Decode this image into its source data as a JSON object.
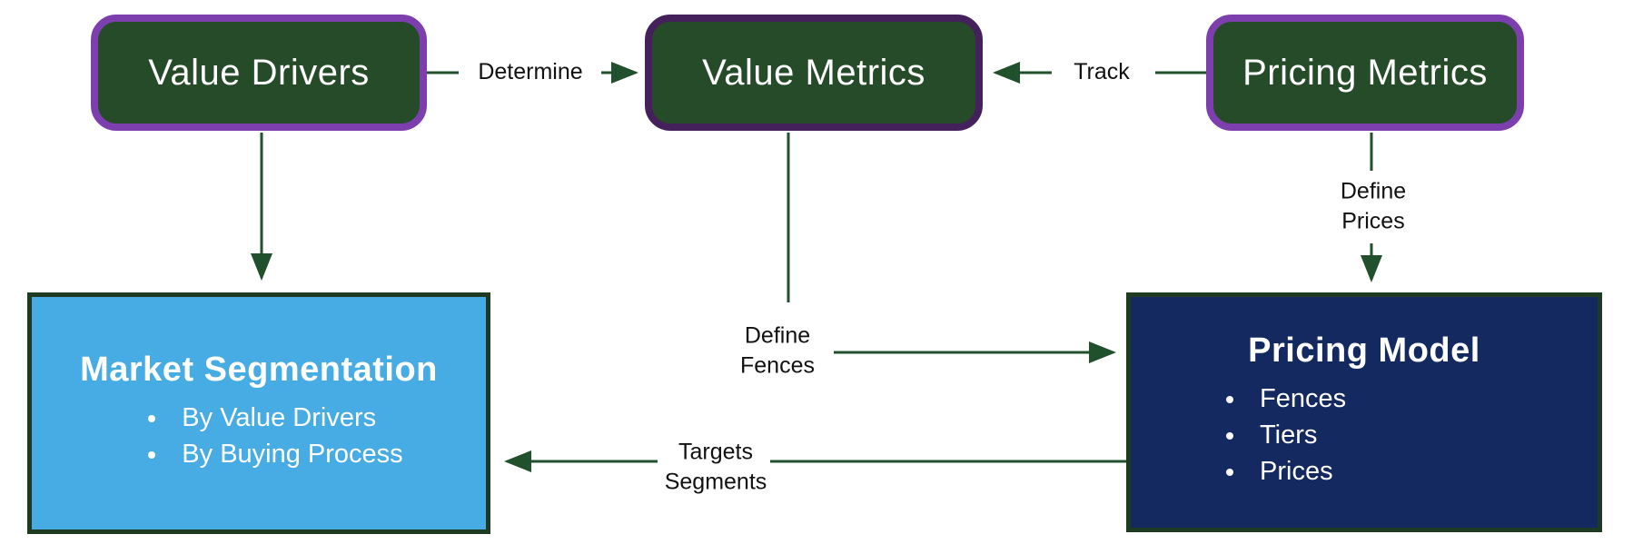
{
  "diagram": {
    "nodes": {
      "value_drivers": {
        "title": "Value Drivers"
      },
      "value_metrics": {
        "title": "Value Metrics"
      },
      "pricing_metrics": {
        "title": "Pricing Metrics"
      },
      "market_segmentation": {
        "title": "Market Segmentation",
        "bullets": [
          "By Value Drivers",
          "By Buying Process"
        ]
      },
      "pricing_model": {
        "title": "Pricing Model",
        "bullets": [
          "Fences",
          "Tiers",
          "Prices"
        ]
      }
    },
    "edges": {
      "determine": {
        "label": "Determine",
        "from": "Value Drivers",
        "to": "Value Metrics"
      },
      "track": {
        "label": "Track",
        "from": "Pricing Metrics",
        "to": "Value Metrics"
      },
      "drives_segmentation": {
        "label": "",
        "from": "Value Drivers",
        "to": "Market Segmentation"
      },
      "define_fences": {
        "label": "Define\nFences",
        "from": "Value Metrics",
        "to": "Pricing Model"
      },
      "define_prices": {
        "label": "Define\nPrices",
        "from": "Pricing Metrics",
        "to": "Pricing Model"
      },
      "targets_segments": {
        "label": "Targets\nSegments",
        "from": "Pricing Model",
        "to": "Market Segmentation"
      }
    },
    "colors": {
      "background": "#ffffff",
      "green_box_fill": "#254b29",
      "purple_border": "#7c3fad",
      "dark_purple_border": "#45215c",
      "blue_box_fill": "#47abe4",
      "navy_box_fill": "#13295f",
      "dark_green_border": "#1e3b22",
      "arrow": "#21512c",
      "label_text": "#111111",
      "box_text": "#ffffff"
    }
  }
}
